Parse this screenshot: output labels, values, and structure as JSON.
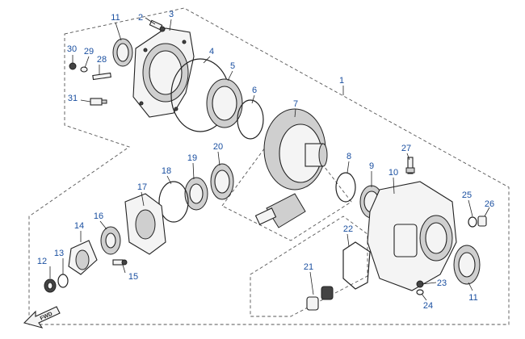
{
  "diagram": {
    "direction_arrow_label": "FWD",
    "callouts": [
      {
        "id": "c1",
        "text": "1"
      },
      {
        "id": "c2",
        "text": "2"
      },
      {
        "id": "c3",
        "text": "3"
      },
      {
        "id": "c4",
        "text": "4"
      },
      {
        "id": "c5",
        "text": "5"
      },
      {
        "id": "c6",
        "text": "6"
      },
      {
        "id": "c7",
        "text": "7"
      },
      {
        "id": "c8",
        "text": "8"
      },
      {
        "id": "c9",
        "text": "9"
      },
      {
        "id": "c10",
        "text": "10"
      },
      {
        "id": "c11a",
        "text": "11"
      },
      {
        "id": "c11b",
        "text": "11"
      },
      {
        "id": "c12",
        "text": "12"
      },
      {
        "id": "c13",
        "text": "13"
      },
      {
        "id": "c14",
        "text": "14"
      },
      {
        "id": "c15",
        "text": "15"
      },
      {
        "id": "c16",
        "text": "16"
      },
      {
        "id": "c17",
        "text": "17"
      },
      {
        "id": "c18",
        "text": "18"
      },
      {
        "id": "c19",
        "text": "19"
      },
      {
        "id": "c20",
        "text": "20"
      },
      {
        "id": "c21",
        "text": "21"
      },
      {
        "id": "c22",
        "text": "22"
      },
      {
        "id": "c23",
        "text": "23"
      },
      {
        "id": "c24",
        "text": "24"
      },
      {
        "id": "c25",
        "text": "25"
      },
      {
        "id": "c26",
        "text": "26"
      },
      {
        "id": "c27",
        "text": "27"
      },
      {
        "id": "c28",
        "text": "28"
      },
      {
        "id": "c29",
        "text": "29"
      },
      {
        "id": "c30",
        "text": "30"
      },
      {
        "id": "c31",
        "text": "31"
      }
    ]
  }
}
